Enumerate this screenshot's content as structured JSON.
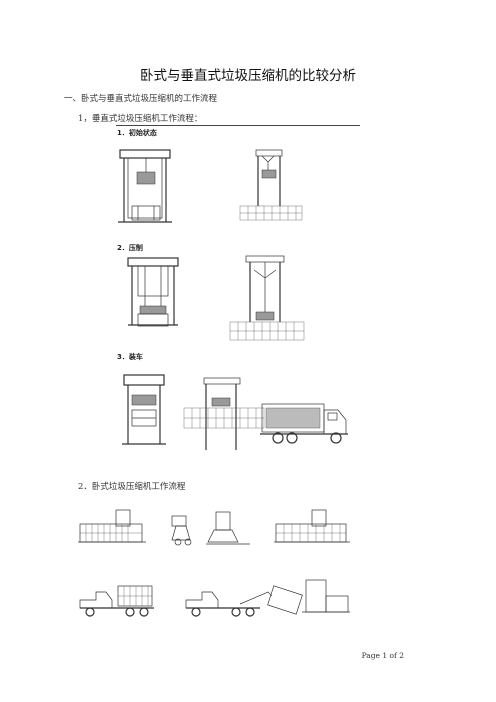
{
  "document": {
    "title": "卧式与垂直式垃圾压缩机的比较分析",
    "section1_heading": "一、卧式与垂直式垃圾压缩机的工作流程",
    "section1_sub": "1，垂直式垃圾压缩机工作流程：",
    "stage_labels": [
      "1．初始状态",
      "2．压制",
      "3．装车"
    ],
    "section2_heading": "2．卧式垃圾压缩机工作流程",
    "footer": "Page 1 of  2"
  }
}
